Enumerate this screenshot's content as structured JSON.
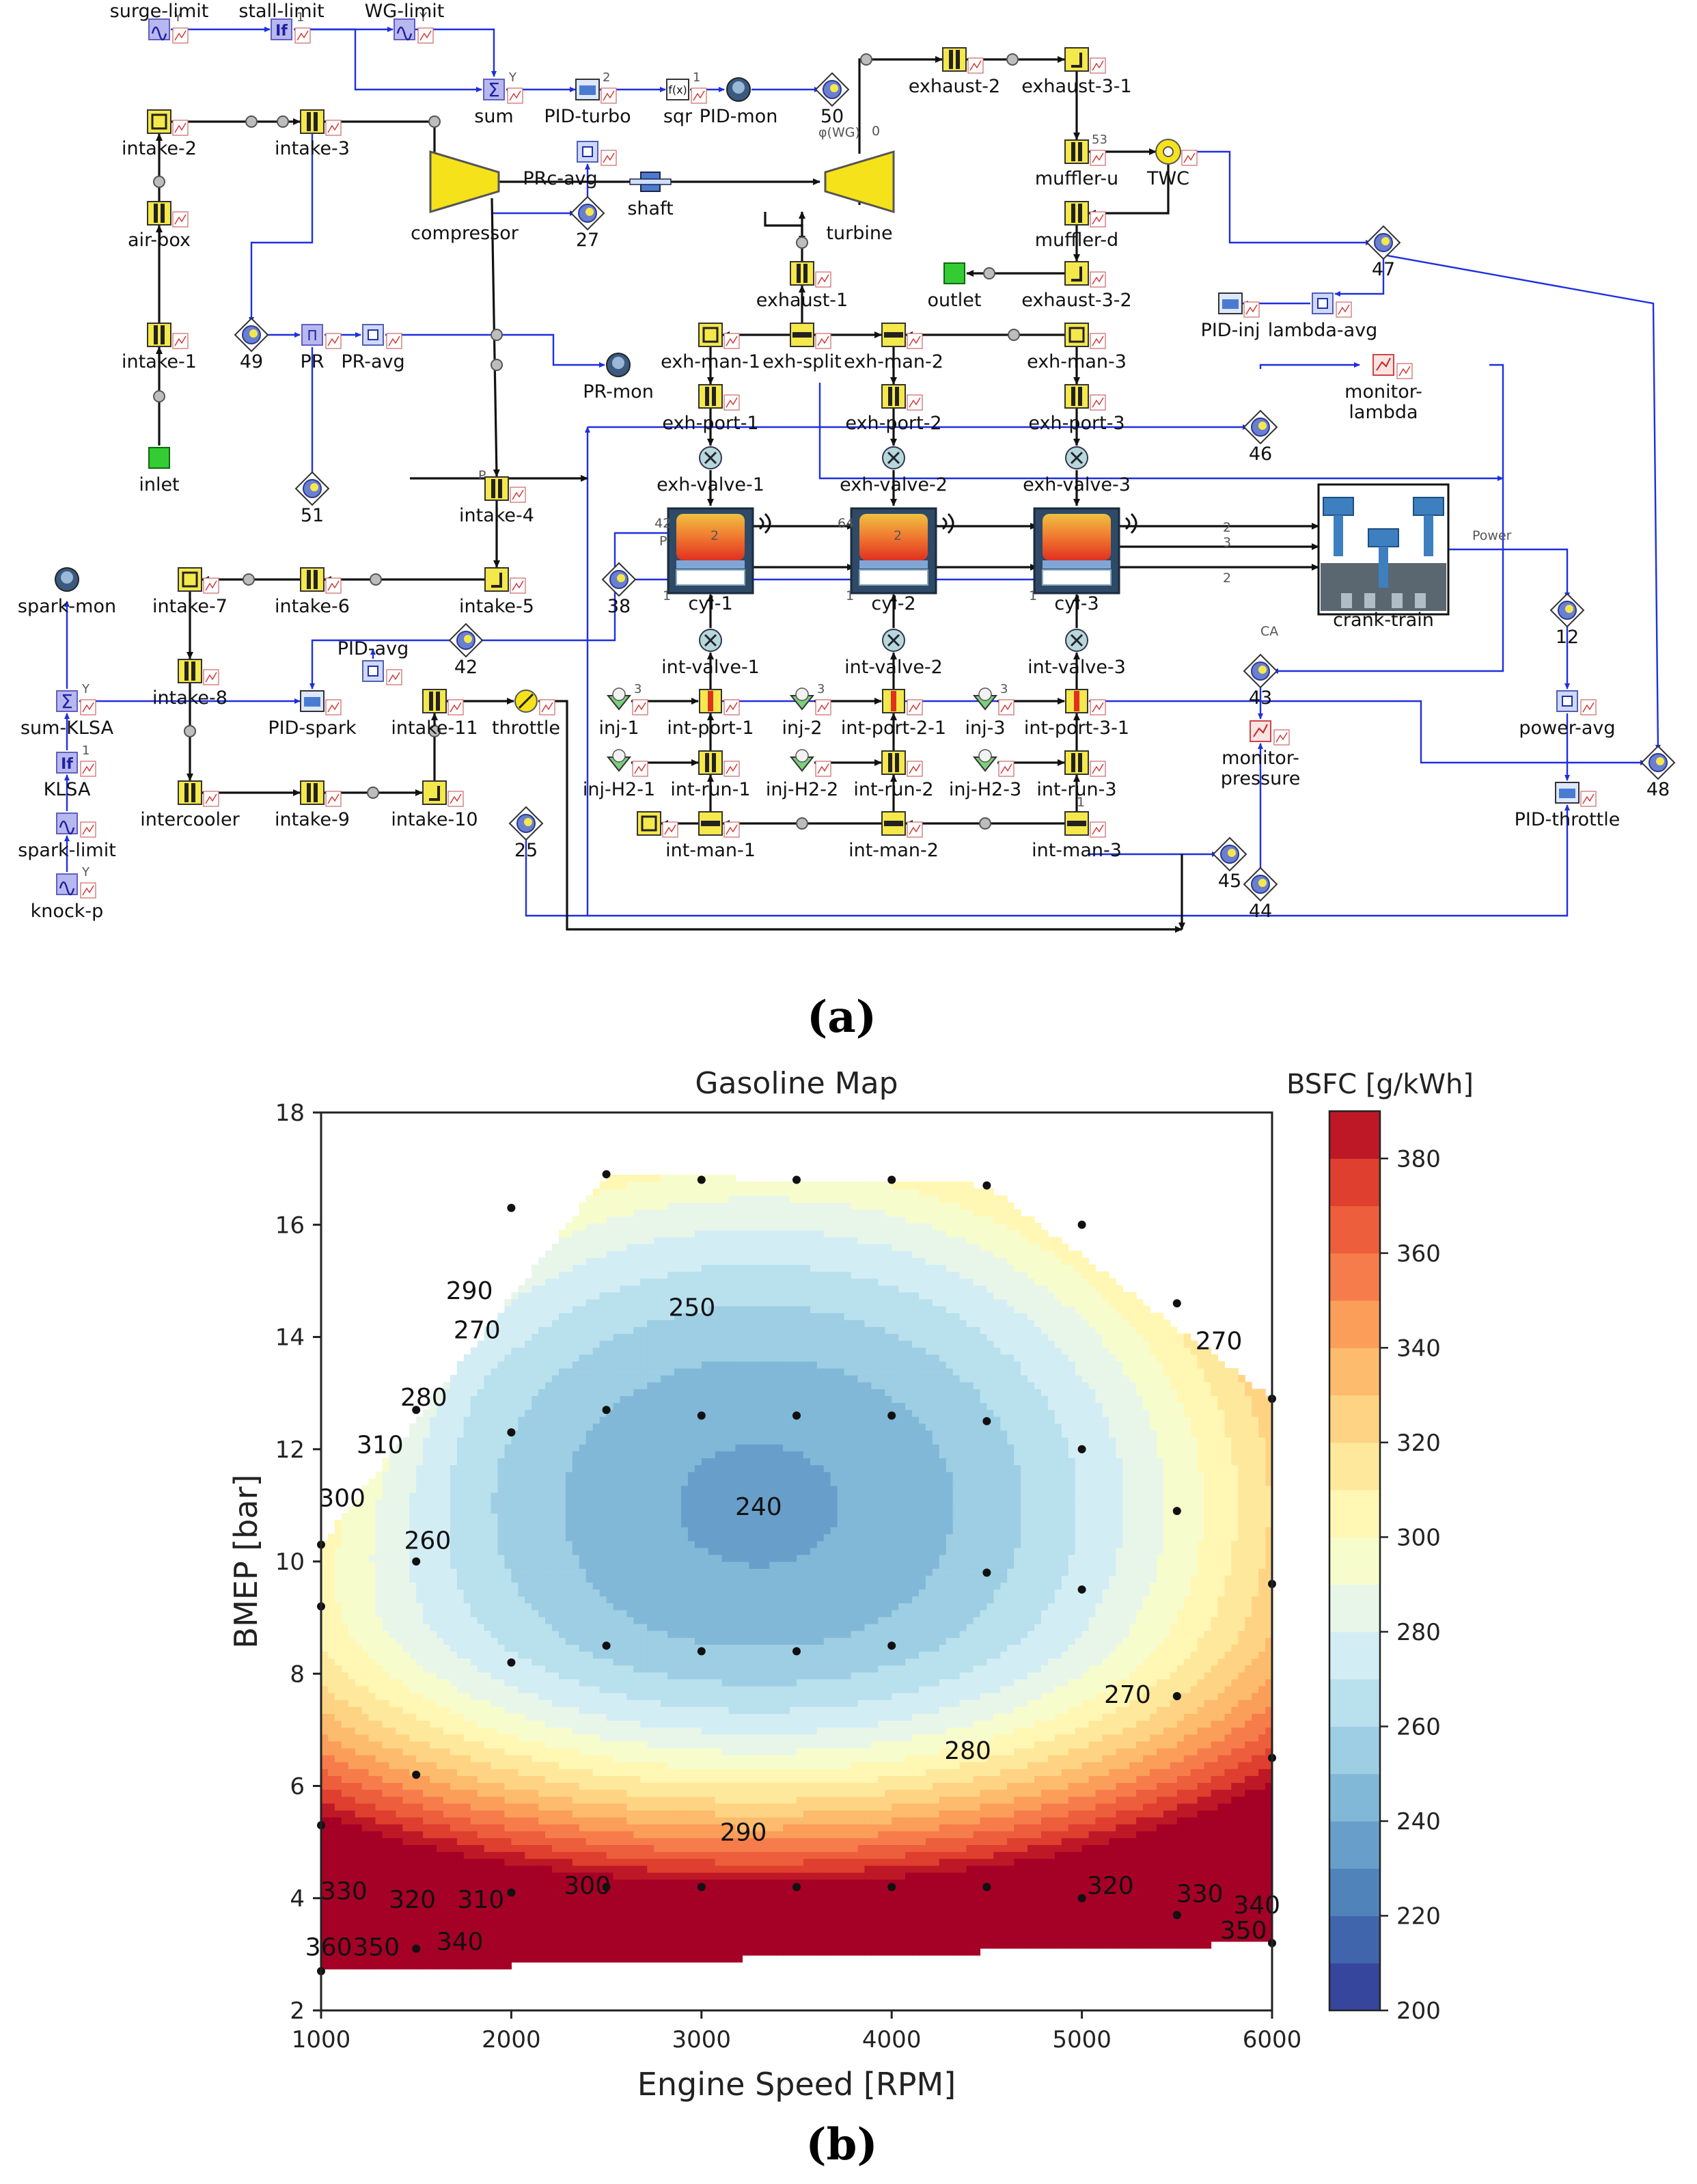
{
  "diagram": {
    "nodes": [
      {
        "id": "surge_limit",
        "label": "surge-limit",
        "kind": "signal",
        "port": "Y"
      },
      {
        "id": "stall_limit",
        "label": "stall-limit",
        "kind": "if",
        "port": "1"
      },
      {
        "id": "wg_limit",
        "label": "WG-limit",
        "kind": "signal",
        "port": "Y"
      },
      {
        "id": "sum",
        "label": "sum",
        "kind": "sum",
        "port": "Y"
      },
      {
        "id": "pid_turbo",
        "label": "PID-turbo",
        "kind": "pid",
        "port": "2"
      },
      {
        "id": "sqr",
        "label": "sqr",
        "kind": "fx",
        "port": "1"
      },
      {
        "id": "pid_mon",
        "label": "PID-mon",
        "kind": "monitor"
      },
      {
        "id": "s50",
        "label": "50",
        "kind": "sensor"
      },
      {
        "id": "intake_2",
        "label": "intake-2",
        "kind": "plenum"
      },
      {
        "id": "intake_3",
        "label": "intake-3",
        "kind": "pipe"
      },
      {
        "id": "compressor",
        "label": "compressor",
        "kind": "compressor"
      },
      {
        "id": "pr_avg_top",
        "label": "PRc-avg",
        "kind": "avg"
      },
      {
        "id": "shaft",
        "label": "shaft",
        "kind": "shaft"
      },
      {
        "id": "turbine",
        "label": "turbine",
        "kind": "turbine"
      },
      {
        "id": "s27",
        "label": "27",
        "kind": "sensor"
      },
      {
        "id": "exhaust_2",
        "label": "exhaust-2",
        "kind": "pipe"
      },
      {
        "id": "exhaust_3_1",
        "label": "exhaust-3-1",
        "kind": "bend"
      },
      {
        "id": "muffler_u",
        "label": "muffler-u",
        "kind": "pipe",
        "port": "53"
      },
      {
        "id": "twc",
        "label": "TWC",
        "kind": "twc"
      },
      {
        "id": "muffler_d",
        "label": "muffler-d",
        "kind": "pipe"
      },
      {
        "id": "air_box",
        "label": "air-box",
        "kind": "pipe"
      },
      {
        "id": "intake_1",
        "label": "intake-1",
        "kind": "pipe"
      },
      {
        "id": "inlet",
        "label": "inlet",
        "kind": "boundary"
      },
      {
        "id": "s49",
        "label": "49",
        "kind": "sensor"
      },
      {
        "id": "pr",
        "label": "PR",
        "kind": "pr"
      },
      {
        "id": "pr_avg",
        "label": "PR-avg",
        "kind": "avg"
      },
      {
        "id": "pr_mon",
        "label": "PR-mon",
        "kind": "monitor"
      },
      {
        "id": "exhaust_1",
        "label": "exhaust-1",
        "kind": "pipe"
      },
      {
        "id": "outlet",
        "label": "outlet",
        "kind": "boundary"
      },
      {
        "id": "exhaust_3_2",
        "label": "exhaust-3-2",
        "kind": "bend"
      },
      {
        "id": "s47",
        "label": "47",
        "kind": "sensor"
      },
      {
        "id": "pid_inj",
        "label": "PID-inj",
        "kind": "pid"
      },
      {
        "id": "lambda_avg",
        "label": "lambda-avg",
        "kind": "avg"
      },
      {
        "id": "monitor_lambda",
        "label": "monitor-\nlambda",
        "kind": "plot"
      },
      {
        "id": "exh_man_1",
        "label": "exh-man-1",
        "kind": "plenum"
      },
      {
        "id": "exh_split",
        "label": "exh-split",
        "kind": "split"
      },
      {
        "id": "exh_man_2",
        "label": "exh-man-2",
        "kind": "split"
      },
      {
        "id": "exh_man_3",
        "label": "exh-man-3",
        "kind": "plenum"
      },
      {
        "id": "exh_port_1",
        "label": "exh-port-1",
        "kind": "pipe"
      },
      {
        "id": "exh_port_2",
        "label": "exh-port-2",
        "kind": "pipe"
      },
      {
        "id": "exh_port_3",
        "label": "exh-port-3",
        "kind": "pipe"
      },
      {
        "id": "s46",
        "label": "46",
        "kind": "sensor"
      },
      {
        "id": "s51",
        "label": "51",
        "kind": "sensor"
      },
      {
        "id": "intake_4",
        "label": "intake-4",
        "kind": "pipe"
      },
      {
        "id": "exh_valve_1",
        "label": "exh-valve-1",
        "kind": "valve"
      },
      {
        "id": "exh_valve_2",
        "label": "exh-valve-2",
        "kind": "valve"
      },
      {
        "id": "exh_valve_3",
        "label": "exh-valve-3",
        "kind": "valve"
      },
      {
        "id": "cyl_1",
        "label": "cyl-1",
        "kind": "cylinder"
      },
      {
        "id": "cyl_2",
        "label": "cyl-2",
        "kind": "cylinder"
      },
      {
        "id": "cyl_3",
        "label": "cyl-3",
        "kind": "cylinder"
      },
      {
        "id": "crank_train",
        "label": "crank-train",
        "kind": "crank"
      },
      {
        "id": "spark_mon",
        "label": "spark-mon",
        "kind": "monitor"
      },
      {
        "id": "intake_7",
        "label": "intake-7",
        "kind": "plenum"
      },
      {
        "id": "intake_6",
        "label": "intake-6",
        "kind": "pipe"
      },
      {
        "id": "intake_5",
        "label": "intake-5",
        "kind": "bend"
      },
      {
        "id": "s38",
        "label": "38",
        "kind": "sensor"
      },
      {
        "id": "s42",
        "label": "42",
        "kind": "sensor"
      },
      {
        "id": "s12",
        "label": "12",
        "kind": "sensor"
      },
      {
        "id": "int_valve_1",
        "label": "int-valve-1",
        "kind": "valve"
      },
      {
        "id": "int_valve_2",
        "label": "int-valve-2",
        "kind": "valve"
      },
      {
        "id": "int_valve_3",
        "label": "int-valve-3",
        "kind": "valve"
      },
      {
        "id": "sum_klsa",
        "label": "sum-KLSA",
        "kind": "sum",
        "port": "Y"
      },
      {
        "id": "intake_8",
        "label": "intake-8",
        "kind": "pipe"
      },
      {
        "id": "pid_avg",
        "label": "PID-avg",
        "kind": "avg"
      },
      {
        "id": "pid_spark",
        "label": "PID-spark",
        "kind": "pid"
      },
      {
        "id": "intake_11",
        "label": "intake-11",
        "kind": "pipe"
      },
      {
        "id": "throttle",
        "label": "throttle",
        "kind": "throttle"
      },
      {
        "id": "inj_1",
        "label": "inj-1",
        "kind": "injector",
        "port": "3"
      },
      {
        "id": "int_port_1",
        "label": "int-port-1",
        "kind": "port"
      },
      {
        "id": "inj_2",
        "label": "inj-2",
        "kind": "injector",
        "port": "3"
      },
      {
        "id": "int_port_2_1",
        "label": "int-port-2-1",
        "kind": "port"
      },
      {
        "id": "inj_3",
        "label": "inj-3",
        "kind": "injector",
        "port": "3"
      },
      {
        "id": "int_port_3_1",
        "label": "int-port-3-1",
        "kind": "port"
      },
      {
        "id": "s43",
        "label": "43",
        "kind": "sensor"
      },
      {
        "id": "power_avg",
        "label": "power-avg",
        "kind": "avg"
      },
      {
        "id": "s48",
        "label": "48",
        "kind": "sensor"
      },
      {
        "id": "klsa",
        "label": "KLSA",
        "kind": "if",
        "port": "1"
      },
      {
        "id": "monitor_pressure",
        "label": "monitor-\npressure",
        "kind": "plot"
      },
      {
        "id": "intercooler",
        "label": "intercooler",
        "kind": "pipe"
      },
      {
        "id": "intake_9",
        "label": "intake-9",
        "kind": "pipe"
      },
      {
        "id": "intake_10",
        "label": "intake-10",
        "kind": "bend"
      },
      {
        "id": "inj_h2_1",
        "label": "inj-H2-1",
        "kind": "injector"
      },
      {
        "id": "int_run_1",
        "label": "int-run-1",
        "kind": "pipe"
      },
      {
        "id": "inj_h2_2",
        "label": "inj-H2-2",
        "kind": "injector"
      },
      {
        "id": "int_run_2",
        "label": "int-run-2",
        "kind": "pipe"
      },
      {
        "id": "inj_h2_3",
        "label": "inj-H2-3",
        "kind": "injector"
      },
      {
        "id": "int_run_3",
        "label": "int-run-3",
        "kind": "pipe"
      },
      {
        "id": "pid_throttle",
        "label": "PID-throttle",
        "kind": "pid"
      },
      {
        "id": "spark_limit",
        "label": "spark-limit",
        "kind": "signal"
      },
      {
        "id": "s25",
        "label": "25",
        "kind": "sensor"
      },
      {
        "id": "int_man_1",
        "label": "int-man-1",
        "kind": "split"
      },
      {
        "id": "int_man_2",
        "label": "int-man-2",
        "kind": "split"
      },
      {
        "id": "int_man_3",
        "label": "int-man-3",
        "kind": "split"
      },
      {
        "id": "s45",
        "label": "45",
        "kind": "sensor"
      },
      {
        "id": "knock_p",
        "label": "knock-p",
        "kind": "signal",
        "port": "Y"
      },
      {
        "id": "s44",
        "label": "44",
        "kind": "sensor"
      },
      {
        "id": "int_man_end",
        "label": "",
        "kind": "plenum"
      }
    ],
    "small_labels": [
      "φ(WG)",
      "0",
      "Power",
      "CA",
      "42",
      "64",
      "P",
      "P",
      "1",
      "1",
      "1",
      "2",
      "2",
      "2",
      "3",
      "2",
      "1"
    ],
    "caption": "(a)"
  },
  "chart_data": {
    "type": "contour",
    "title": "Gasoline Map",
    "xlabel": "Engine Speed [RPM]",
    "ylabel": "BMEP [bar]",
    "xlim": [
      1000,
      6000
    ],
    "ylim": [
      2,
      18
    ],
    "xticks": [
      1000,
      2000,
      3000,
      4000,
      5000,
      6000
    ],
    "yticks": [
      2,
      4,
      6,
      8,
      10,
      12,
      14,
      16,
      18
    ],
    "colorbar": {
      "label": "BSFC [g/kWh]",
      "ticks": [
        200,
        220,
        240,
        260,
        280,
        300,
        320,
        340,
        360,
        380
      ],
      "min": 200,
      "max": 390
    },
    "contour_levels": [
      240,
      250,
      260,
      270,
      280,
      290,
      300,
      310,
      320,
      330,
      340,
      350,
      360
    ],
    "contour_labels": [
      {
        "text": "250",
        "x": 2950,
        "y": 14.5
      },
      {
        "text": "240",
        "x": 3300,
        "y": 10.95
      },
      {
        "text": "290",
        "x": 1780,
        "y": 14.8
      },
      {
        "text": "270",
        "x": 1820,
        "y": 14.1
      },
      {
        "text": "280",
        "x": 1540,
        "y": 12.9
      },
      {
        "text": "310",
        "x": 1310,
        "y": 12.05
      },
      {
        "text": "300",
        "x": 1110,
        "y": 11.1
      },
      {
        "text": "260",
        "x": 1560,
        "y": 10.35
      },
      {
        "text": "270",
        "x": 5720,
        "y": 13.9
      },
      {
        "text": "270",
        "x": 5240,
        "y": 7.6
      },
      {
        "text": "280",
        "x": 4400,
        "y": 6.6
      },
      {
        "text": "290",
        "x": 3220,
        "y": 5.15
      },
      {
        "text": "300",
        "x": 2400,
        "y": 4.2
      },
      {
        "text": "310",
        "x": 1840,
        "y": 3.95
      },
      {
        "text": "320",
        "x": 1480,
        "y": 3.95
      },
      {
        "text": "330",
        "x": 1120,
        "y": 4.1
      },
      {
        "text": "340",
        "x": 1730,
        "y": 3.2
      },
      {
        "text": "350",
        "x": 1290,
        "y": 3.1
      },
      {
        "text": "360",
        "x": 1040,
        "y": 3.1
      },
      {
        "text": "320",
        "x": 5150,
        "y": 4.2
      },
      {
        "text": "330",
        "x": 5620,
        "y": 4.05
      },
      {
        "text": "340",
        "x": 5920,
        "y": 3.85
      },
      {
        "text": "350",
        "x": 5850,
        "y": 3.4
      }
    ],
    "points": [
      [
        1000,
        10.3
      ],
      [
        1000,
        9.2
      ],
      [
        1000,
        5.3
      ],
      [
        1000,
        2.7
      ],
      [
        1500,
        12.7
      ],
      [
        1500,
        10.0
      ],
      [
        1500,
        6.2
      ],
      [
        1500,
        3.1
      ],
      [
        2000,
        16.3
      ],
      [
        2000,
        12.3
      ],
      [
        2000,
        8.2
      ],
      [
        2000,
        4.1
      ],
      [
        2500,
        16.9
      ],
      [
        2500,
        12.7
      ],
      [
        2500,
        8.5
      ],
      [
        2500,
        4.2
      ],
      [
        3000,
        16.8
      ],
      [
        3000,
        12.6
      ],
      [
        3000,
        8.4
      ],
      [
        3000,
        4.2
      ],
      [
        3500,
        16.8
      ],
      [
        3500,
        12.6
      ],
      [
        3500,
        8.4
      ],
      [
        3500,
        4.2
      ],
      [
        4000,
        16.8
      ],
      [
        4000,
        12.6
      ],
      [
        4000,
        8.5
      ],
      [
        4000,
        4.2
      ],
      [
        4500,
        16.7
      ],
      [
        4500,
        12.5
      ],
      [
        4500,
        9.8
      ],
      [
        4500,
        4.2
      ],
      [
        5000,
        16.0
      ],
      [
        5000,
        12.0
      ],
      [
        5000,
        9.5
      ],
      [
        5000,
        4.0
      ],
      [
        5500,
        14.6
      ],
      [
        5500,
        10.9
      ],
      [
        5500,
        7.6
      ],
      [
        5500,
        3.7
      ],
      [
        6000,
        12.9
      ],
      [
        6000,
        9.6
      ],
      [
        6000,
        6.5
      ],
      [
        6000,
        3.2
      ]
    ],
    "caption": "(b)"
  }
}
